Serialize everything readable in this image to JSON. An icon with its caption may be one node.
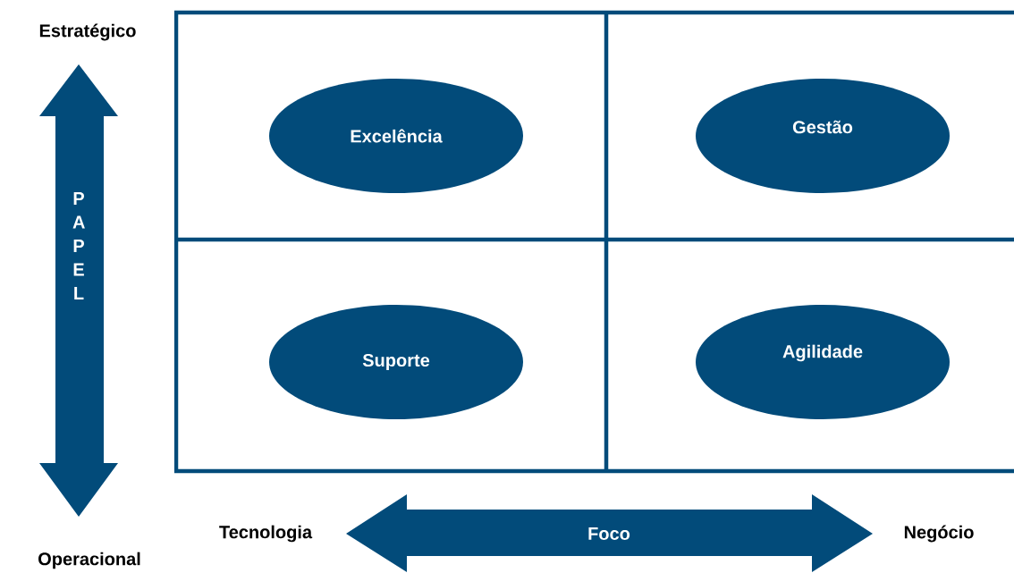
{
  "diagram": {
    "nodes": [
      {
        "text": [
          "Excelência"
        ]
      },
      {
        "text": [
          "Gestão"
        ]
      },
      {
        "text": [
          "Suporte"
        ]
      },
      {
        "text": [
          "Agilidade"
        ]
      },
      {
        "text": [
          "P A P E L"
        ]
      },
      {
        "text": [
          "Foco"
        ]
      }
    ],
    "labels": [
      "Estratégico",
      "Tecnologia",
      "Negócio",
      "Operacional"
    ]
  }
}
